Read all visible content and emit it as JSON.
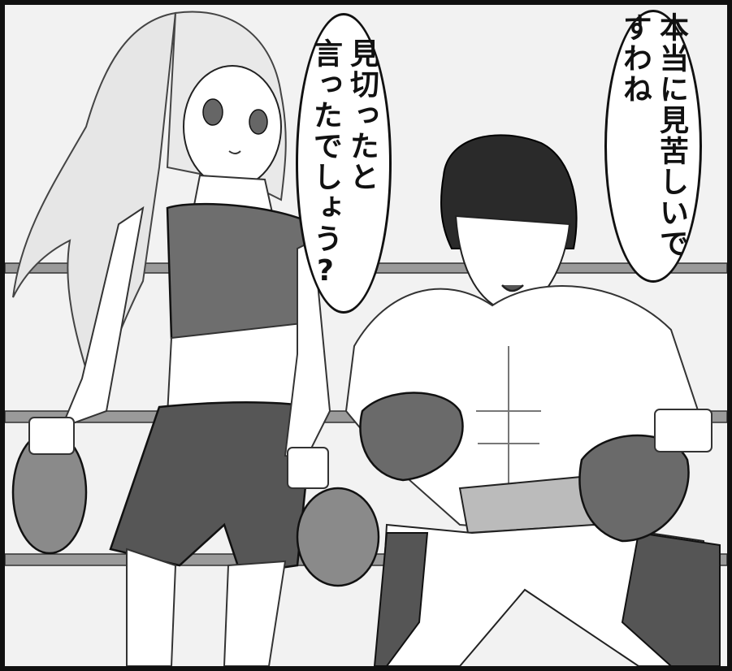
{
  "panel": {
    "speech_right": "本当に見苦しいですわね",
    "speech_left_line1": "見切ったと",
    "speech_left_line2": "言ったでしょう?"
  }
}
